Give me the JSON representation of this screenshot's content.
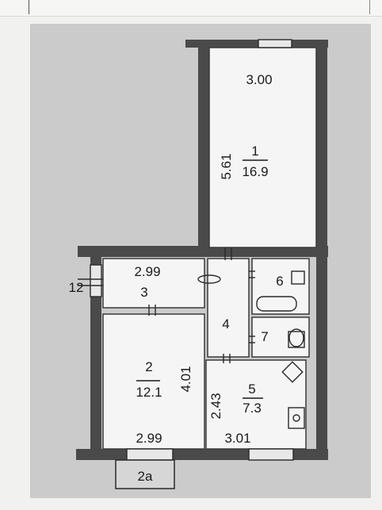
{
  "rooms": [
    {
      "number": "1",
      "area": "16.9"
    },
    {
      "number": "2",
      "area": "12.1"
    },
    {
      "number": "3"
    },
    {
      "number": "4"
    },
    {
      "number": "5",
      "area": "7.3"
    },
    {
      "number": "6"
    },
    {
      "number": "7"
    }
  ],
  "dimensions": {
    "room1_width": "3.00",
    "room1_length": "5.61",
    "room3_width": "2.99",
    "room2_length": "4.01",
    "room2_width": "2.99",
    "room5_length": "2.43",
    "room5_width": "3.01"
  },
  "balcony_label": "12",
  "bottom_tag": "2a",
  "colors": {
    "paper": "#cbcbcb",
    "wall": "#4a4a4a",
    "interior": "#f5f5f5"
  }
}
